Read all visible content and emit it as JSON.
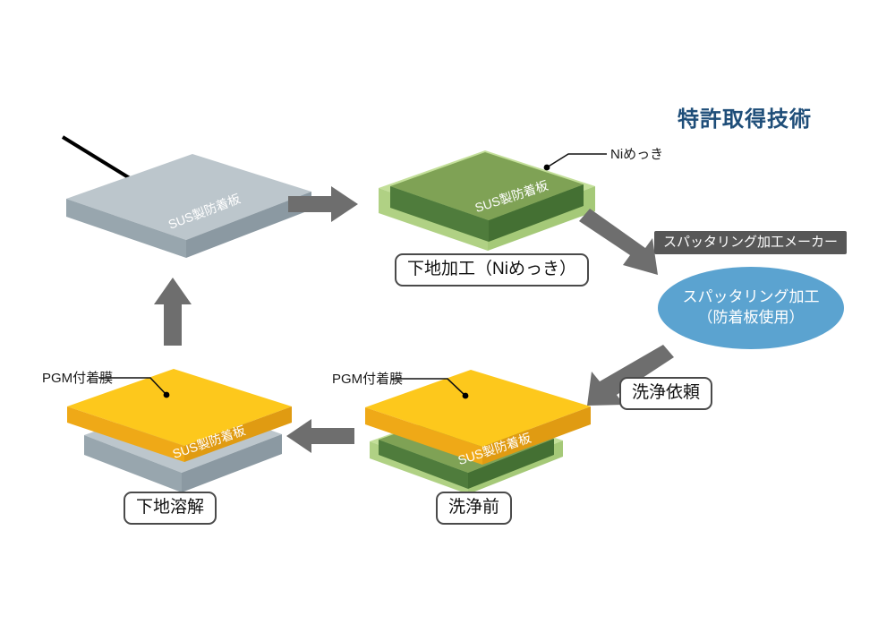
{
  "title": "特許取得技術",
  "colors": {
    "title": "#1f4e79",
    "sus_top": "#bcc6cc",
    "sus_front": "#98a6ae",
    "sus_side": "#8b99a2",
    "ni_shell": "#c3df99",
    "ni_shell_front": "#b0d184",
    "green_top": "#7fa255",
    "green_front": "#4f7c3c",
    "green_side": "#447033",
    "pgm_top": "#fdc81c",
    "pgm_front": "#efa917",
    "pgm_side": "#e09b12",
    "arrow": "#6e6e6e",
    "ellipse": "#5ba3d0",
    "pill_bg": "#575757",
    "caption_border": "#4a4a4a"
  },
  "steps": {
    "sus_plate": {
      "plate_label": "SUS製防着板"
    },
    "ni_plating": {
      "plate_label": "SUS製防着板",
      "leader_label": "Niめっき",
      "caption": "下地加工（Niめっき）"
    },
    "sputtering": {
      "maker_pill": "スパッタリング加工メーカー",
      "ellipse_line1": "スパッタリング加工",
      "ellipse_line2": "（防着板使用）"
    },
    "before_clean": {
      "plate_label": "SUS製防着板",
      "leader_label": "PGM付着膜",
      "caption": "洗浄前",
      "request_caption": "洗浄依頼"
    },
    "dissolve": {
      "plate_label": "SUS製防着板",
      "leader_label": "PGM付着膜",
      "caption": "下地溶解"
    }
  },
  "arrows": [
    {
      "name": "arrow-sus-to-ni",
      "direction": "right"
    },
    {
      "name": "arrow-ni-to-sputtering",
      "direction": "down-right"
    },
    {
      "name": "arrow-sputtering-to-before-clean",
      "direction": "down-left"
    },
    {
      "name": "arrow-before-clean-to-dissolve",
      "direction": "left"
    },
    {
      "name": "arrow-dissolve-to-sus",
      "direction": "up"
    }
  ]
}
